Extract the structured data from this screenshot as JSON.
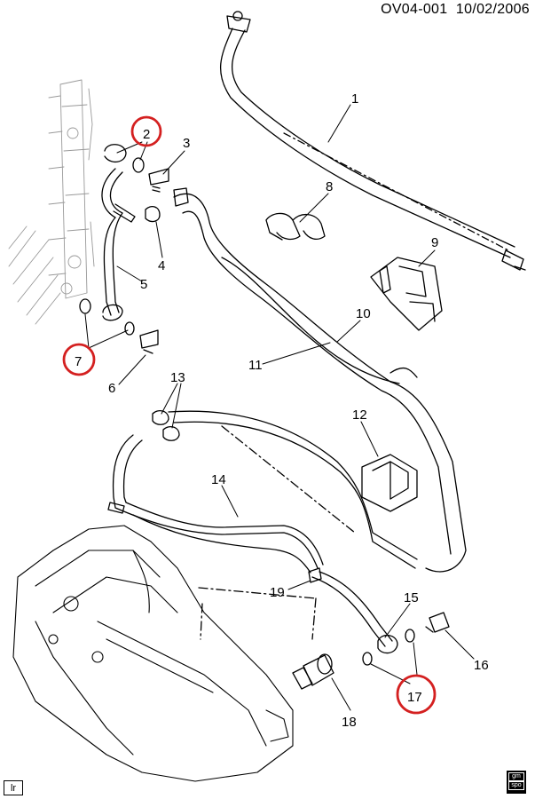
{
  "header": {
    "code": "OV04-001",
    "date": "10/02/2006"
  },
  "callouts": {
    "c1": "1",
    "c2": "2",
    "c3": "3",
    "c4": "4",
    "c5": "5",
    "c6": "6",
    "c7": "7",
    "c8": "8",
    "c9": "9",
    "c10": "10",
    "c11": "11",
    "c12": "12",
    "c13": "13",
    "c14": "14",
    "c15": "15",
    "c16": "16",
    "c17": "17",
    "c18": "18",
    "c19": "19"
  },
  "highlight_color": "#d42020",
  "footer": {
    "view_code": "lr",
    "logo_lines": [
      "gm",
      "spo"
    ]
  }
}
